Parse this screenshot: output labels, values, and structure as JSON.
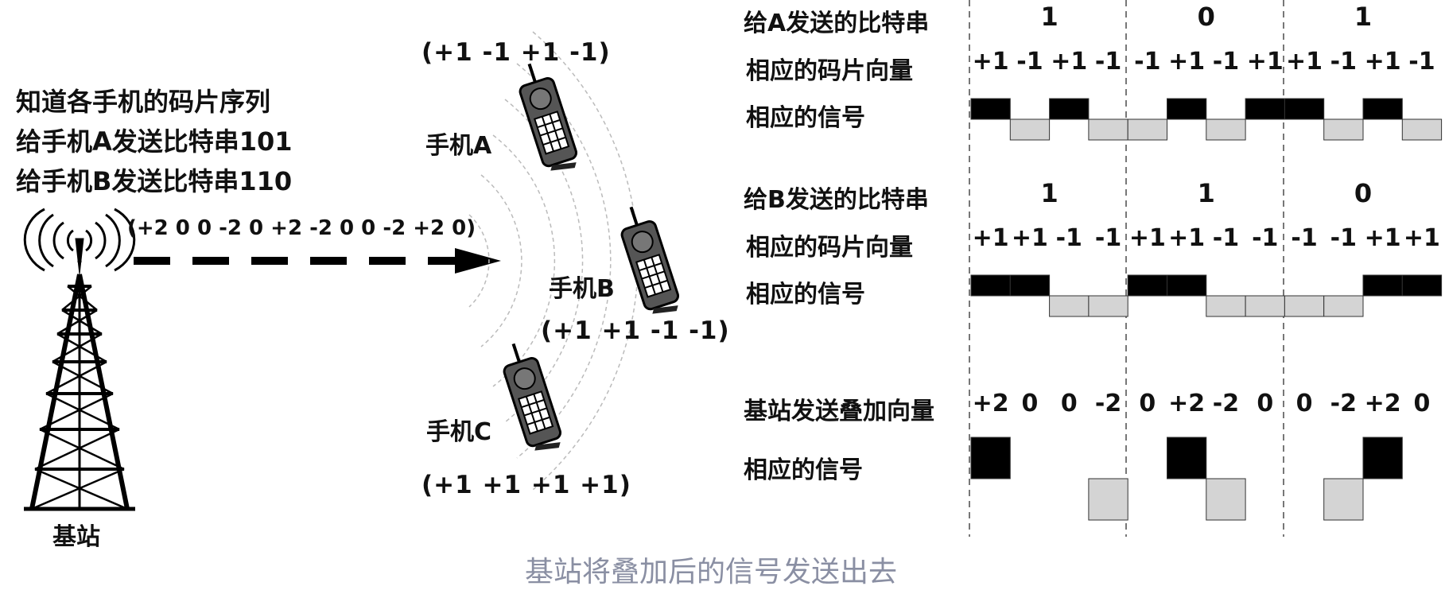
{
  "intro": {
    "line1": "知道各手机的码片序列",
    "line2": "给手机A发送比特串101",
    "line3": "给手机B发送比特串110"
  },
  "station": {
    "label": "基站",
    "sum_sequence": "(+2 0 0 -2 0 +2 -2 0 0 -2 +2 0)"
  },
  "phones": [
    {
      "name": "手机A",
      "code": "(+1  -1  +1  -1)"
    },
    {
      "name": "手机B",
      "code": "(+1  +1  -1  -1)"
    },
    {
      "name": "手机C",
      "code": "(+1  +1  +1  +1)"
    }
  ],
  "panel_a": {
    "bits_label": "给A发送的比特串",
    "bits": [
      "1",
      "0",
      "1"
    ],
    "chips_label": "相应的码片向量",
    "chips": [
      "+1",
      "-1",
      "+1",
      "-1",
      "-1",
      "+1",
      "-1",
      "+1",
      "+1",
      "-1",
      "+1",
      "-1"
    ],
    "signal_label": "相应的信号",
    "signal": [
      1,
      -1,
      1,
      -1,
      -1,
      1,
      -1,
      1,
      1,
      -1,
      1,
      -1
    ]
  },
  "panel_b": {
    "bits_label": "给B发送的比特串",
    "bits": [
      "1",
      "1",
      "0"
    ],
    "chips_label": "相应的码片向量",
    "chips": [
      "+1",
      "+1",
      "-1",
      "-1",
      "+1",
      "+1",
      "-1",
      "-1",
      "-1",
      "-1",
      "+1",
      "+1"
    ],
    "signal_label": "相应的信号",
    "signal": [
      1,
      1,
      -1,
      -1,
      1,
      1,
      -1,
      -1,
      -1,
      -1,
      1,
      1
    ]
  },
  "panel_sum": {
    "label": "基站发送叠加向量",
    "values": [
      "+2",
      "0",
      "0",
      "-2",
      "0",
      "+2",
      "-2",
      "0",
      "0",
      "-2",
      "+2",
      "0"
    ],
    "signal_label": "相应的信号",
    "signal": [
      2,
      0,
      0,
      -2,
      0,
      2,
      -2,
      0,
      0,
      -2,
      2,
      0
    ]
  },
  "caption": "基站将叠加后的信号发送出去",
  "colors": {
    "positive": "#000000",
    "negative": "#d4d4d4",
    "divider": "#777777",
    "wave": "#bbbbbb"
  }
}
